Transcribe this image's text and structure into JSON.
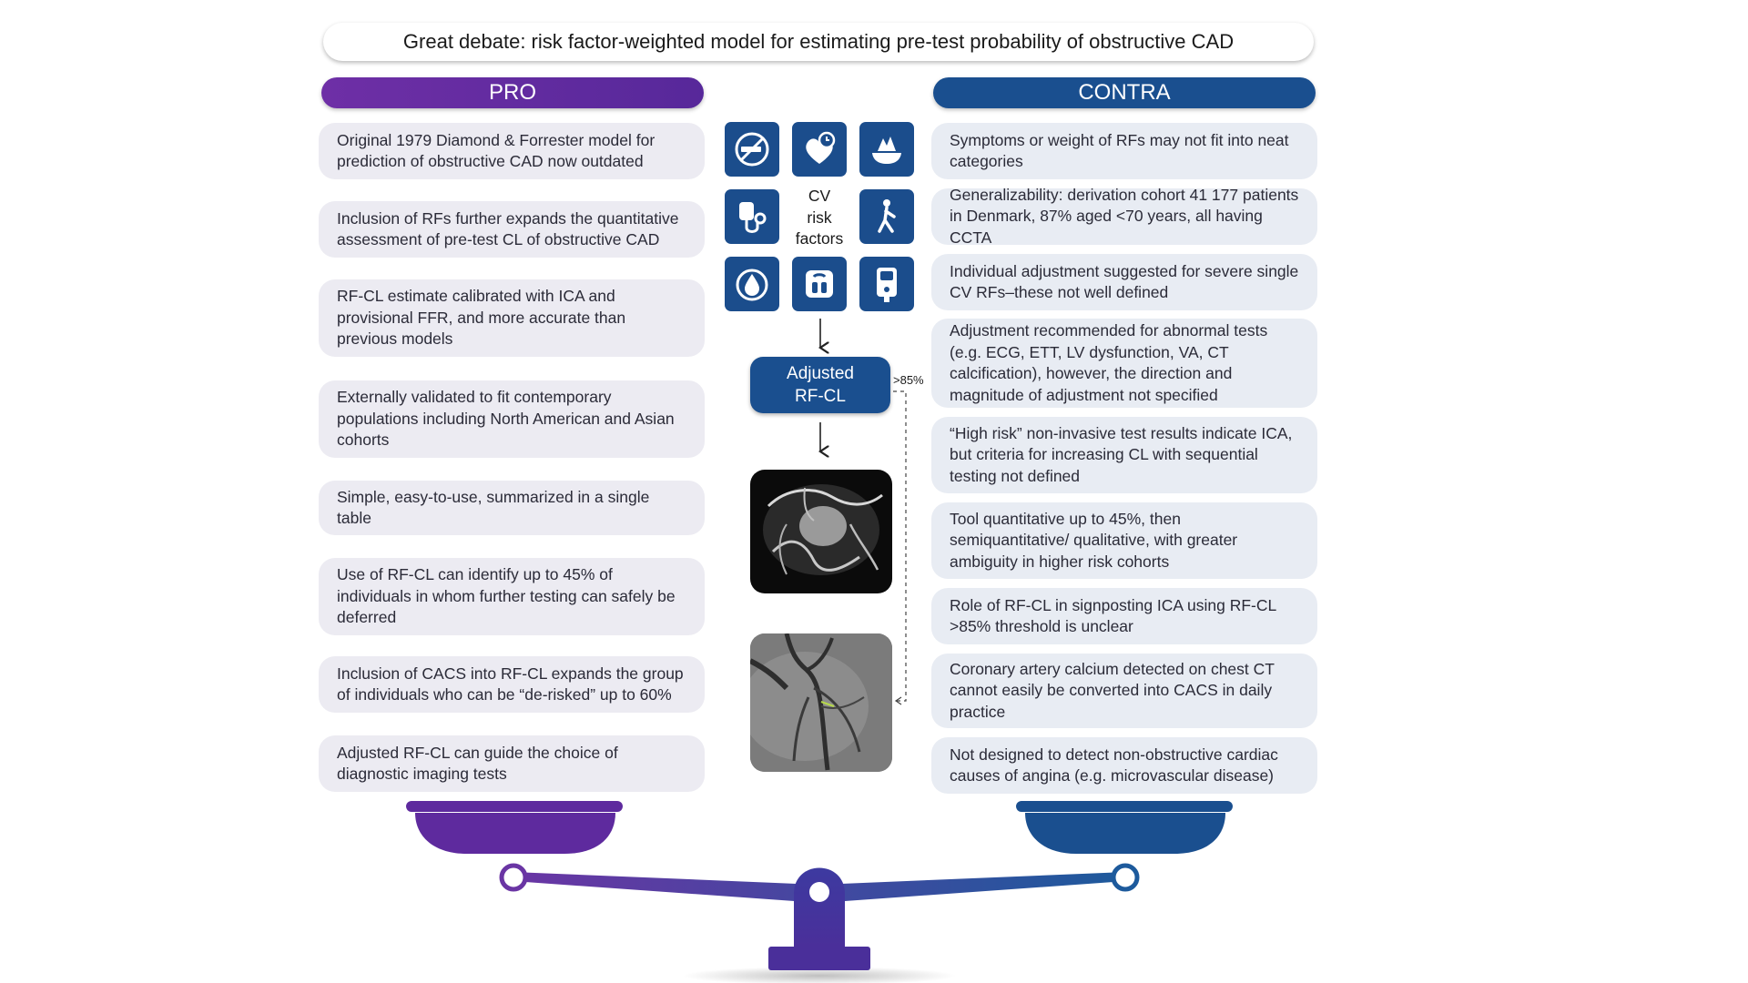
{
  "title": "Great debate: risk factor-weighted model for estimating pre-test probability of obstructive CAD",
  "pro": {
    "header": "PRO",
    "items": [
      "Original 1979 Diamond & Forrester model for prediction of obstructive CAD now outdated",
      "Inclusion of RFs further expands the quantitative assessment of pre-test CL of obstructive CAD",
      "RF-CL estimate calibrated with ICA and provisional FFR, and more accurate than previous models",
      "Externally validated to fit contemporary populations including North American and Asian cohorts",
      "Simple, easy-to-use, summarized in a single table",
      "Use of RF-CL can identify up to 45% of individuals in whom further testing can safely be deferred",
      "Inclusion of CACS into RF-CL expands the group of individuals who can be “de-risked” up to 60%",
      "Adjusted RF-CL can guide the choice of diagnostic imaging tests"
    ]
  },
  "contra": {
    "header": "CONTRA",
    "items": [
      "Symptoms or weight of RFs may not fit into neat categories",
      "Generalizability: derivation cohort 41 177 patients in Denmark, 87% aged <70 years, all having CCTA",
      "Individual adjustment suggested for severe single CV RFs–these not well defined",
      "Adjustment recommended for abnormal tests (e.g. ECG, ETT, LV dysfunction, VA, CT calcification), however, the direction and magnitude of adjustment not specified",
      "“High risk” non-invasive test results indicate ICA, but criteria for increasing CL with sequential testing not defined",
      "Tool quantitative up to 45%, then semiquantitative/ qualitative, with greater ambiguity in higher risk cohorts",
      "Role of RF-CL in signposting ICA using RF-CL >85% threshold is unclear",
      "Coronary artery calcium detected on chest CT cannot easily be converted into CACS in daily practice",
      "Not designed to detect non-obstructive cardiac causes of angina (e.g. microvascular disease)"
    ]
  },
  "center": {
    "cv_label": [
      "CV",
      "risk",
      "factors"
    ],
    "adjusted_box": [
      "Adjusted",
      "RF-CL"
    ],
    "threshold_label": ">85%",
    "icons": [
      "no-smoking-icon",
      "heart-clock-icon",
      "food-icon",
      "stethoscope-icon",
      "exercise-icon",
      "blood-drop-icon",
      "weighing-scale-icon",
      "glucose-meter-icon"
    ]
  },
  "colors": {
    "pro": "#5e2a9e",
    "contra": "#1a4f8f",
    "pro_card": "#ecebf2",
    "contra_card": "#e8ecf3"
  }
}
